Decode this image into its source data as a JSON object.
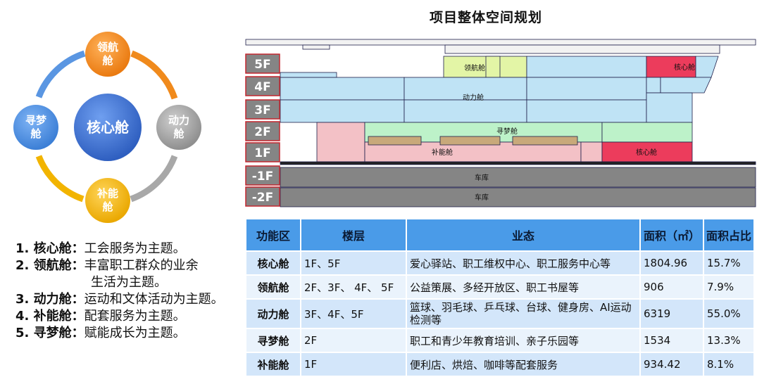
{
  "title": "项目整体空间规划",
  "cycle": {
    "center": "核心舱",
    "top": [
      "领航",
      "舱"
    ],
    "right": [
      "动力",
      "舱"
    ],
    "bottom": [
      "补能",
      "舱"
    ],
    "left": [
      "寻梦",
      "舱"
    ],
    "colors": {
      "center": "#3d6fcf",
      "top": "#f08a1c",
      "right": "#a6a6a6",
      "bottom": "#f2b400",
      "left": "#4a8fe0"
    }
  },
  "descriptions": [
    {
      "key": "1. 核心舱：",
      "text": "工会服务为主题。"
    },
    {
      "key": "2. 领航舱：",
      "text": "丰富职工群众的业余",
      "cont": "生活为主题。"
    },
    {
      "key": "3. 动力舱：",
      "text": "运动和文体活动为主题。"
    },
    {
      "key": "4. 补能舱：",
      "text": "配套服务为主题。"
    },
    {
      "key": "5. 寻梦舱：",
      "text": "赋能成长为主题。"
    }
  ],
  "floors": [
    "5F",
    "4F",
    "3F",
    "2F",
    "1F",
    "-1F",
    "-2F"
  ],
  "section_labels": {
    "lh": "领航舱",
    "dl": "动力舱",
    "xm": "寻梦舱",
    "bn": "补能舱",
    "hx5": "核心舱",
    "hx1": "核心舱",
    "ck1": "车库",
    "ck2": "车库"
  },
  "section_colors": {
    "blue": "#bfe3f5",
    "green": "#bdf2c9",
    "lime": "#e3f5a6",
    "pink": "#f3c1c6",
    "red": "#ec3c5c",
    "tan": "#c8a97a",
    "garage": "#858585",
    "floor_label": "#858585"
  },
  "table": {
    "headers": [
      "功能区",
      "楼层",
      "业态",
      "面积（㎡）",
      "面积占比"
    ],
    "rows": [
      {
        "zone": "核心舱",
        "floors": "1F、5F",
        "biz": "爱心驿站、职工维权中心、职工服务中心等",
        "area": "1804.96",
        "ratio": "15.7%"
      },
      {
        "zone": "领航舱",
        "floors": "2F、3F、 4F、 5F",
        "biz": "公益策展、多经开放区、职工书屋等",
        "area": "906",
        "ratio": "7.9%"
      },
      {
        "zone": "动力舱",
        "floors": "3F、4F、5F",
        "biz": "篮球、羽毛球、乒乓球、台球、健身房、AI运动检测等",
        "area": "6319",
        "ratio": "55.0%"
      },
      {
        "zone": "寻梦舱",
        "floors": "2F",
        "biz": "职工和青少年教育培训、亲子乐园等",
        "area": "1534",
        "ratio": "13.3%"
      },
      {
        "zone": "补能舱",
        "floors": "1F",
        "biz": "便利店、烘焙、咖啡等配套服务",
        "area": "934.42",
        "ratio": "8.1%"
      }
    ]
  }
}
